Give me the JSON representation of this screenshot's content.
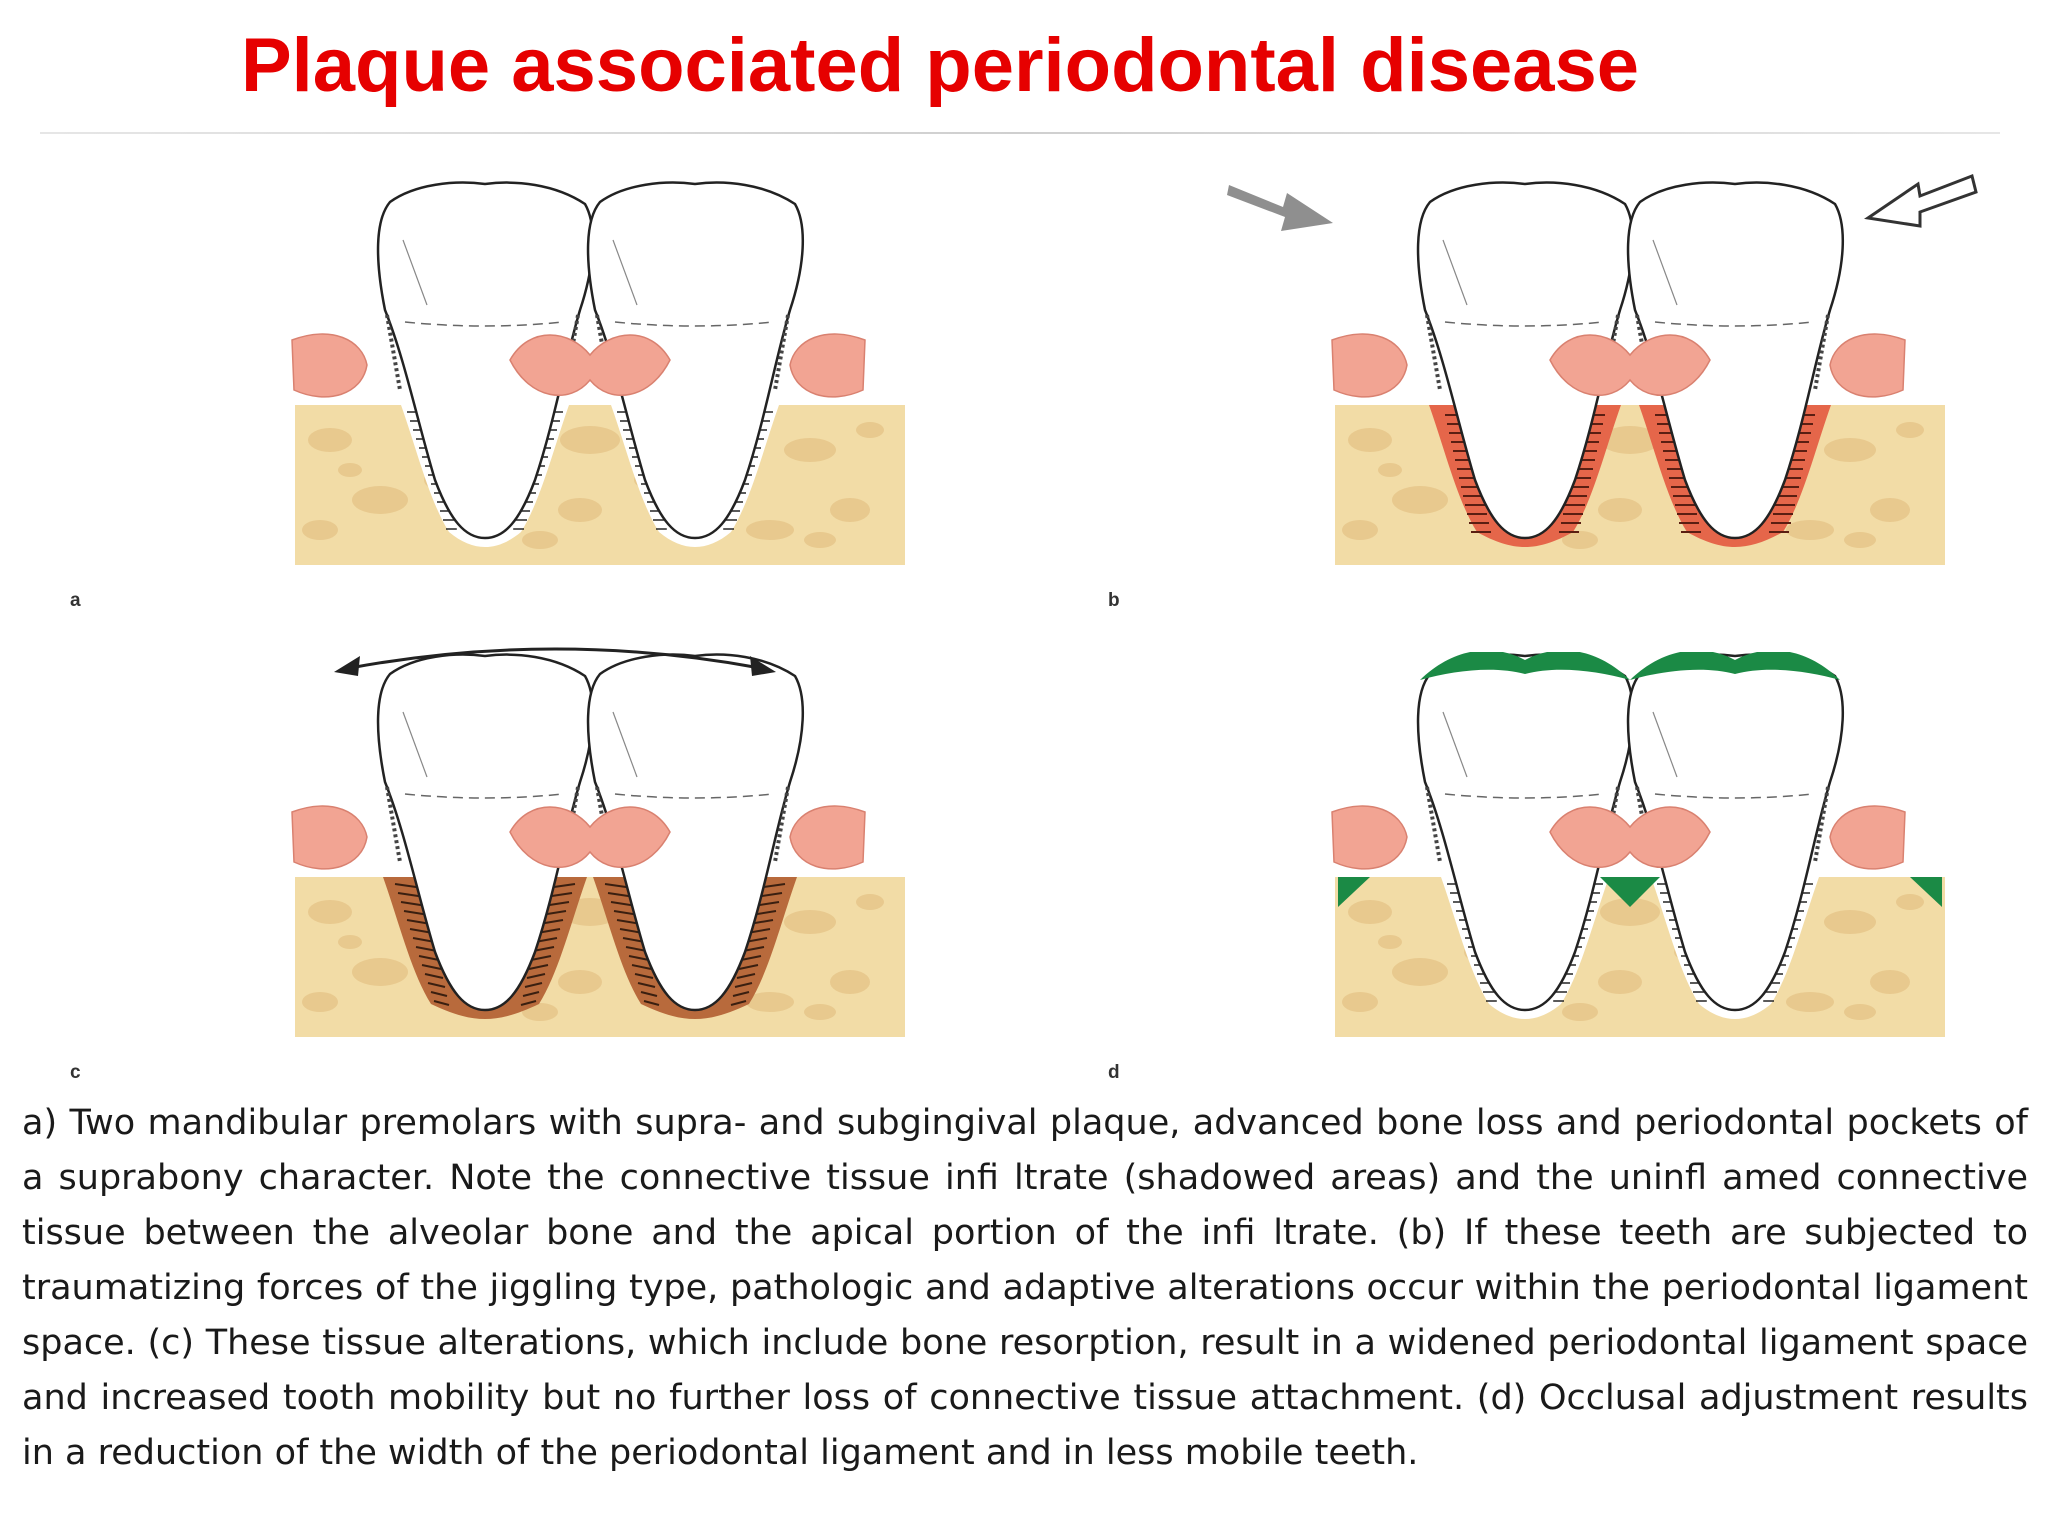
{
  "title": "Plaque associated periodontal disease",
  "panels": [
    {
      "id": "a",
      "label": "a"
    },
    {
      "id": "b",
      "label": "b"
    },
    {
      "id": "c",
      "label": "c"
    },
    {
      "id": "d",
      "label": "d"
    }
  ],
  "caption": "a) Two mandibular premolars with supra- and subgingival plaque, advanced bone loss and periodontal pockets of a suprabony character. Note the connective tissue infi ltrate (shadowed areas) and the uninfl amed connective tissue between the alveolar bone and the apical portion of the infi ltrate. (b) If these teeth are subjected to traumatizing forces of the jiggling type, pathologic and adaptive alterations occur within the periodontal ligament space. (c) These tissue alterations, which include bone resorption, result in a widened periodontal ligament space and increased tooth mobility but no further loss of connective tissue attachment. (d) Occlusal adjustment results in a reduction of the width of the periodontal ligament and in less mobile teeth.",
  "colors": {
    "title": "#e60000",
    "bone": "#f2dca6",
    "bone_spot": "#e8c98e",
    "gingiva": "#f2a493",
    "ligament_inflamed": "#e5664a",
    "ligament_widened": "#b86a3c",
    "occlusal_adjustment": "#1b8a45",
    "force_arrow_filled": "#8f8f8f"
  }
}
